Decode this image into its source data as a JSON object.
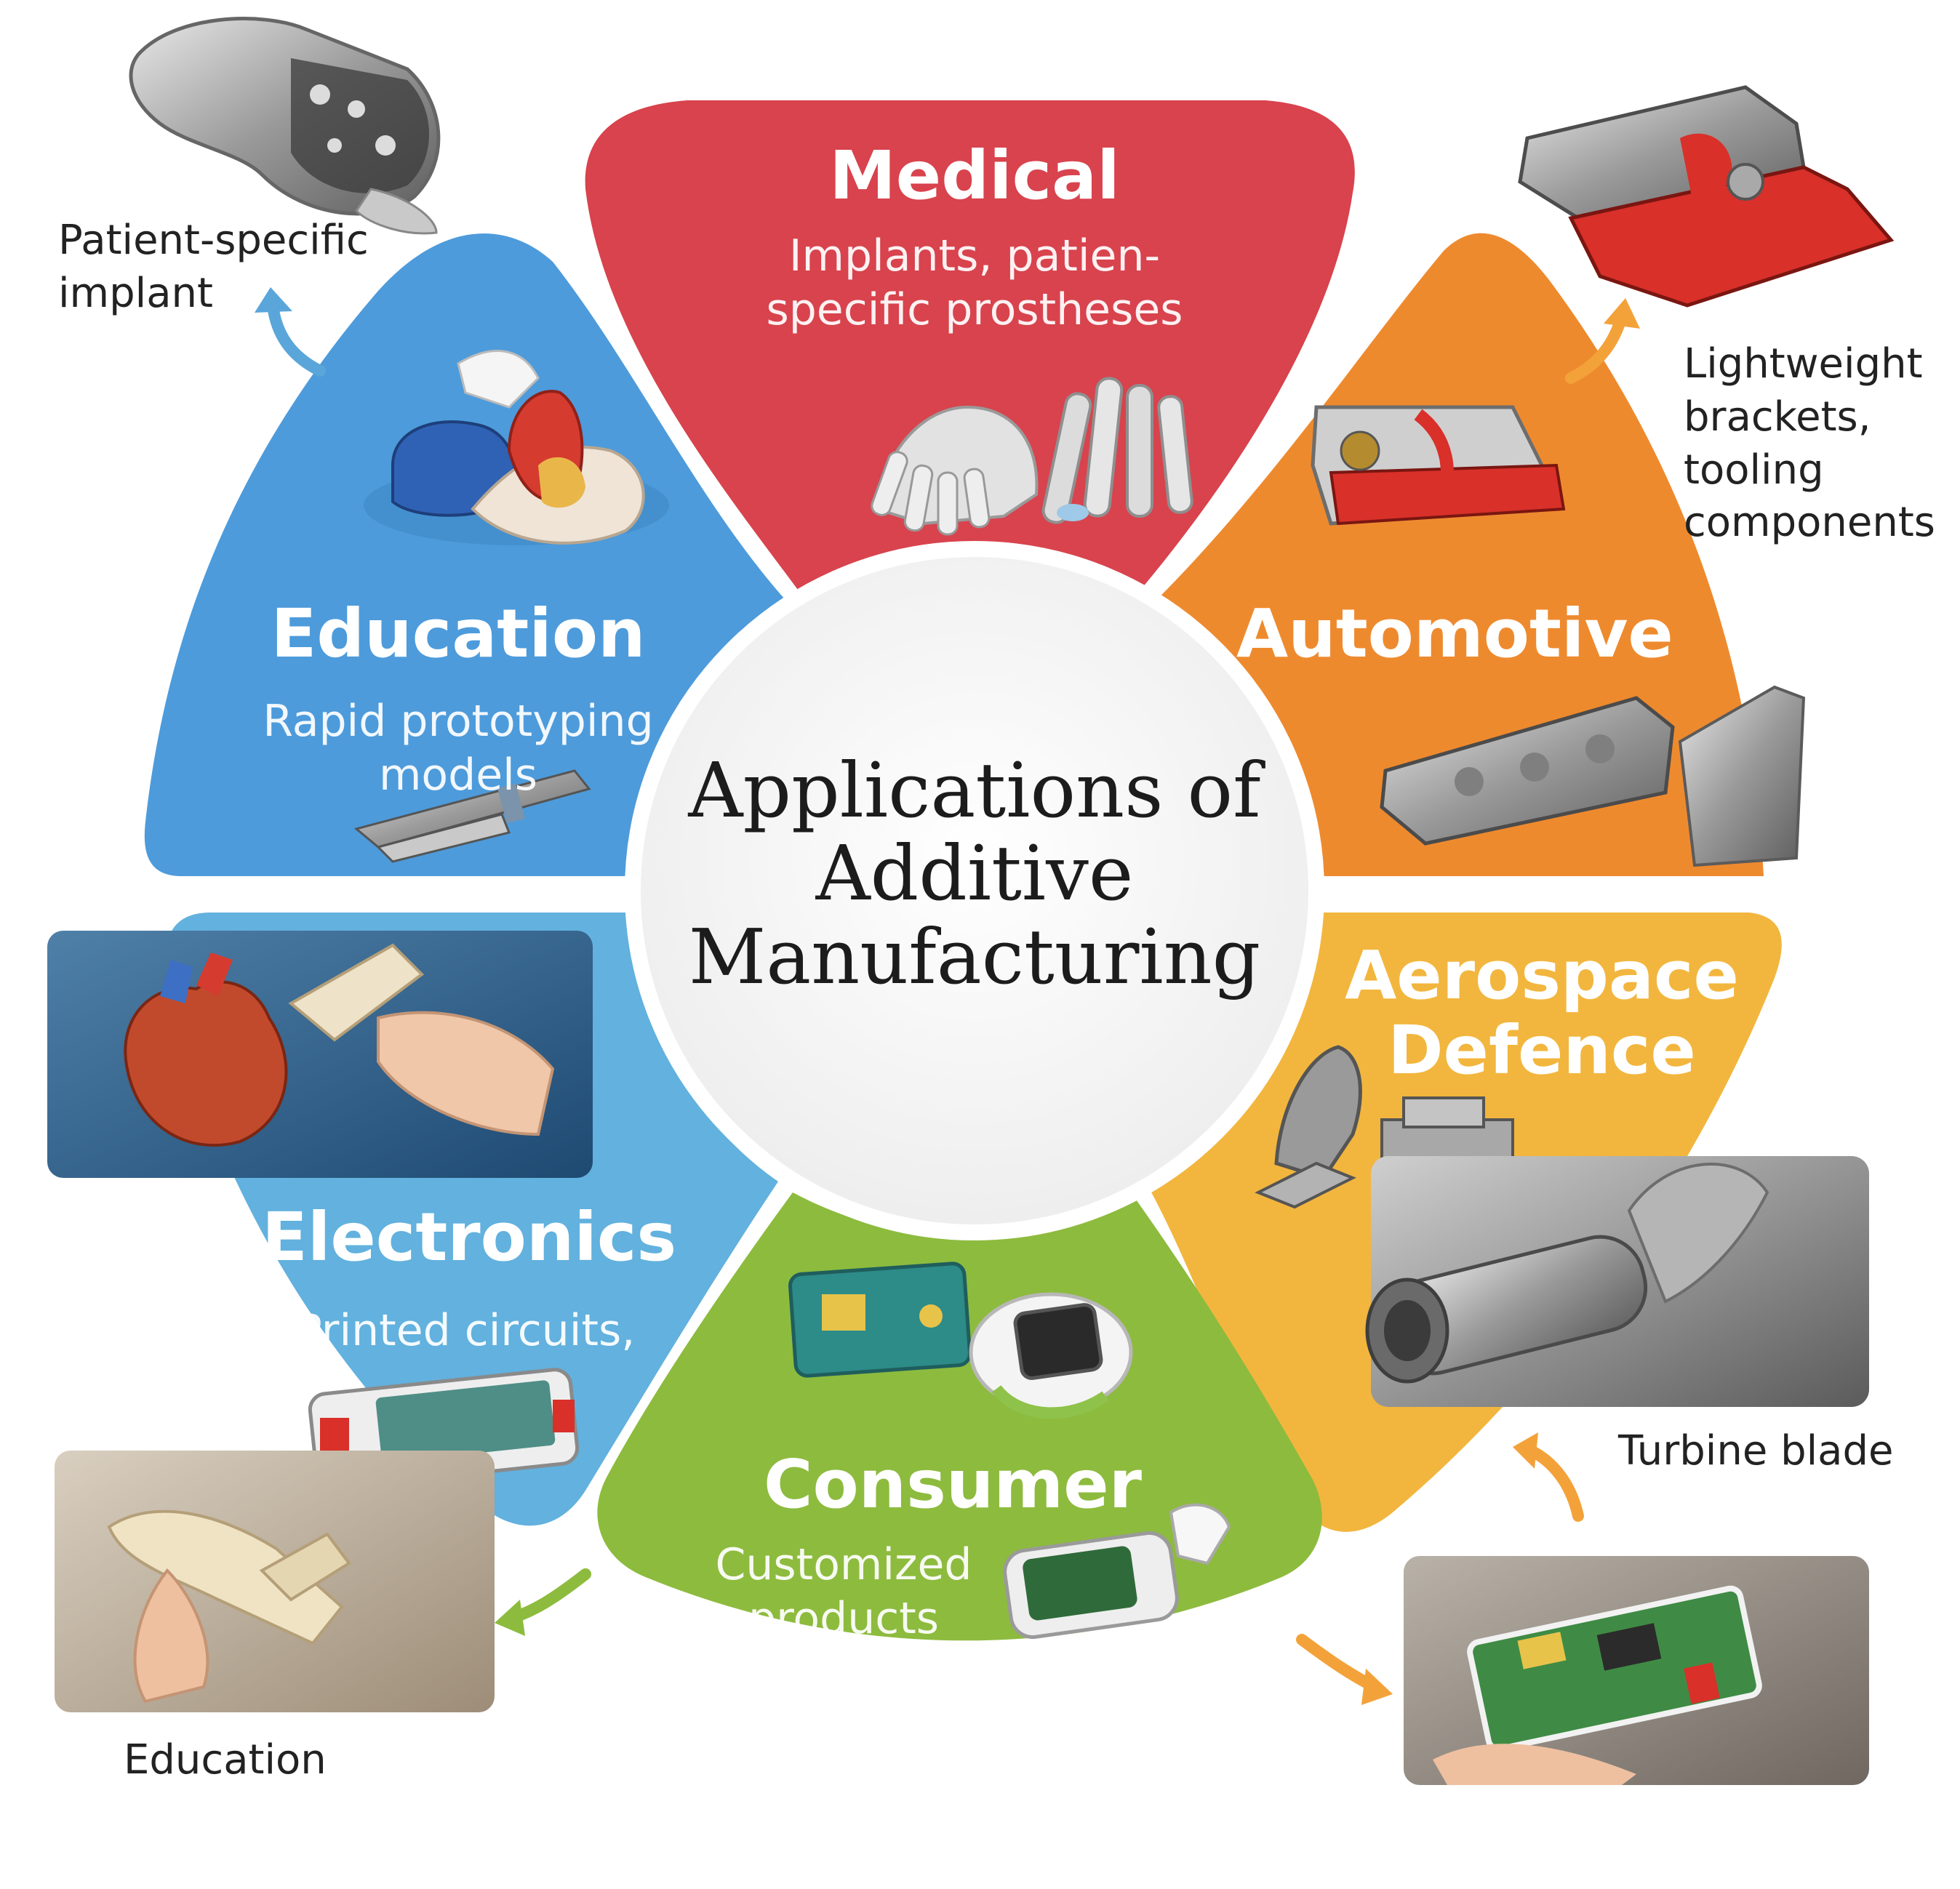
{
  "center": {
    "title_line1": "Applications of",
    "title_line2": "Additive",
    "title_line3": "Manufacturing"
  },
  "sectors": {
    "medical": {
      "title": "Medical",
      "sub_line1": "Implants, patien-",
      "sub_line2": "specific prostheses",
      "color": "#D8434D"
    },
    "automotive": {
      "title": "Automotive",
      "color": "#EE8A2E"
    },
    "aerospace": {
      "title_line1": "Aerospace",
      "title_line2": "Defence",
      "color": "#F2B63E"
    },
    "consumer": {
      "title": "Consumer",
      "sub_line1": "Customized",
      "sub_line2": "products",
      "color": "#8DBB3E"
    },
    "electronics": {
      "title": "Electronics",
      "sub_line1": "Printed circuits,",
      "color": "#62B1DE"
    },
    "education": {
      "title": "Education",
      "sub_line1": "Rapid prototyping",
      "sub_line2": "models",
      "color": "#4D9BDB"
    }
  },
  "callouts": {
    "implant": {
      "line1": "Patient-specific",
      "line2": "implant"
    },
    "brackets": {
      "line1": "Lightweight",
      "line2": "brackets,",
      "line3": "tooling",
      "line4": "components"
    },
    "turbine": {
      "text": "Turbine blade"
    },
    "education_photo": {
      "text": "Education"
    }
  },
  "arrow_colors": {
    "blue": "#5AA6DA",
    "orange": "#F3A23A",
    "green": "#8DBB3E"
  }
}
